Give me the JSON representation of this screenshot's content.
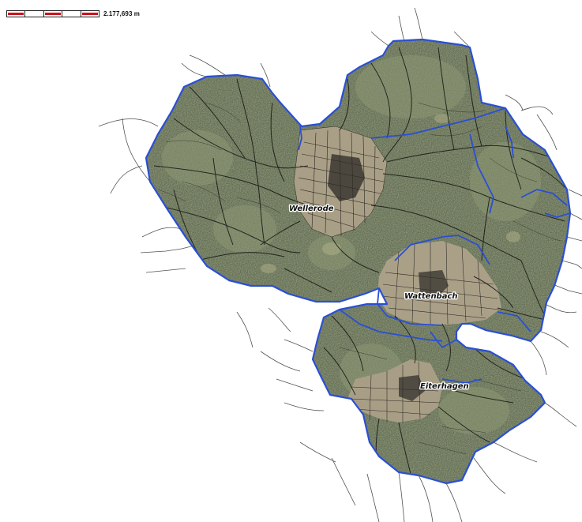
{
  "scale_bar": {
    "label": "2.177,693 m",
    "segments": 5,
    "fill_color": "#c8141e"
  },
  "map": {
    "boundary_color": "#2a4fd4",
    "forest_color": "#5f6a4c",
    "places": [
      {
        "id": "wellerode",
        "name": "Wellerode"
      },
      {
        "id": "wattenbach",
        "name": "Wattenbach"
      },
      {
        "id": "eiterhagen",
        "name": "Eiterhagen"
      }
    ]
  }
}
